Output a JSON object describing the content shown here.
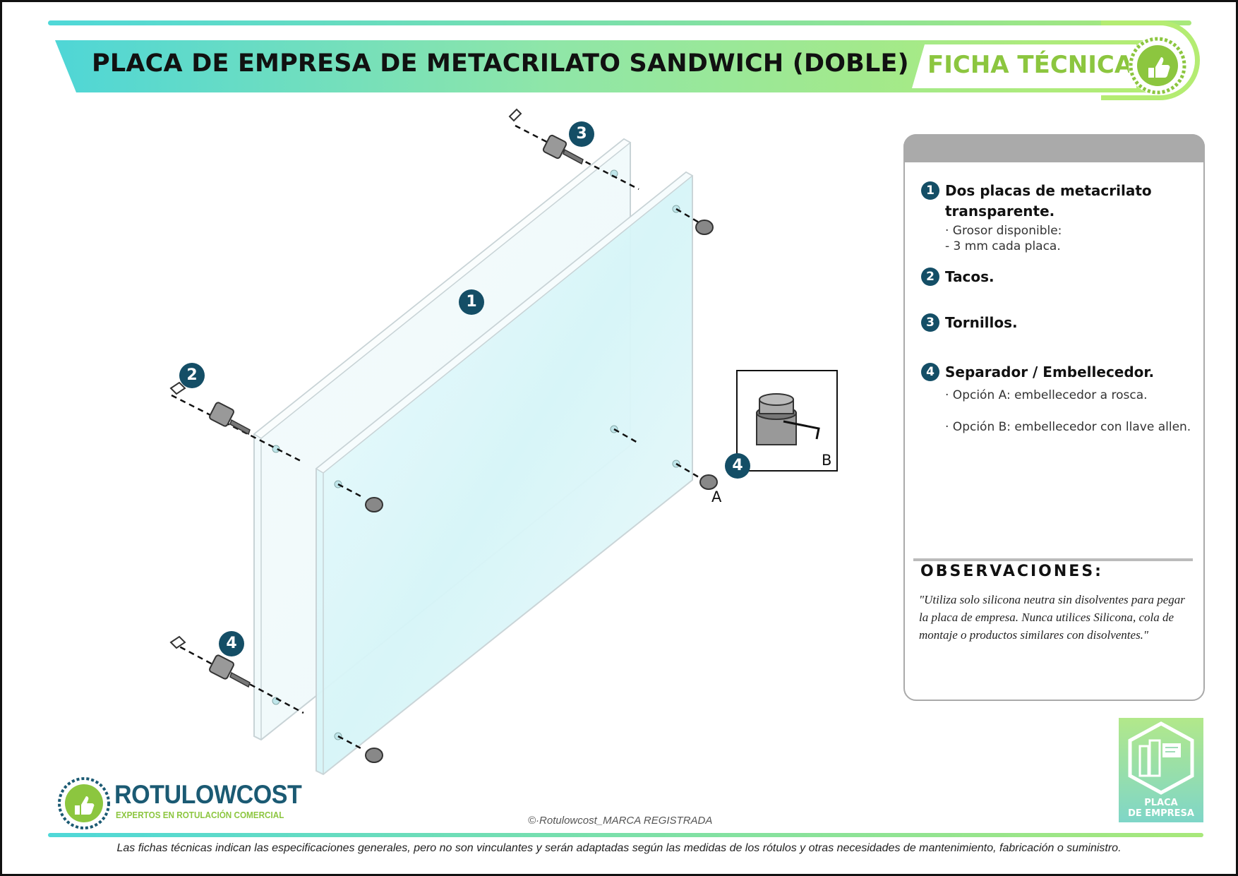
{
  "header": {
    "title": "PLACA DE EMPRESA DE METACRILATO SANDWICH (DOBLE)",
    "ficha": "FICHA TÉCNICA"
  },
  "diagram": {
    "callouts": {
      "plate": "1",
      "plug": "2",
      "screw": "3",
      "spacer_left": "4",
      "spacer_right": "4"
    },
    "option_a_label": "A",
    "option_b_label": "B"
  },
  "spec_card": {
    "items": [
      {
        "num": "1",
        "title_line1": "Dos placas de metacrilato",
        "title_line2": "transparente.",
        "sub_line1": "· Grosor disponible:",
        "sub_line2": "- 3 mm cada placa."
      },
      {
        "num": "2",
        "title": "Tacos."
      },
      {
        "num": "3",
        "title": "Tornillos."
      },
      {
        "num": "4",
        "title": "Separador / Embellecedor.",
        "option_a": "· Opción A: embellecedor a rosca.",
        "option_b": "· Opción B: embellecedor con llave allen."
      }
    ],
    "observations_title": "OBSERVACIONES:",
    "observations_text": "\"Utiliza solo silicona neutra sin disolventes para pegar la placa de empresa. Nunca utilices Silicona, cola de montaje o productos similares con disolventes.\""
  },
  "footer": {
    "brand_name": "ROTULOWCOST",
    "brand_tagline": "EXPERTOS EN ROTULACIÓN COMERCIAL",
    "copyright": "©·Rotulowcost_MARCA REGISTRADA",
    "product_label_line1": "PLACA",
    "product_label_line2": "DE EMPRESA",
    "disclaimer": "Las fichas técnicas indican las especificaciones generales, pero no son vinculantes y serán adaptadas según las medidas de los rótulos y otras necesidades de mantenimiento, fabricación o suministro."
  },
  "colors": {
    "accent_dark": "#144e66",
    "accent_green": "#8cc63f",
    "accent_cyan": "#4fd8d8"
  }
}
